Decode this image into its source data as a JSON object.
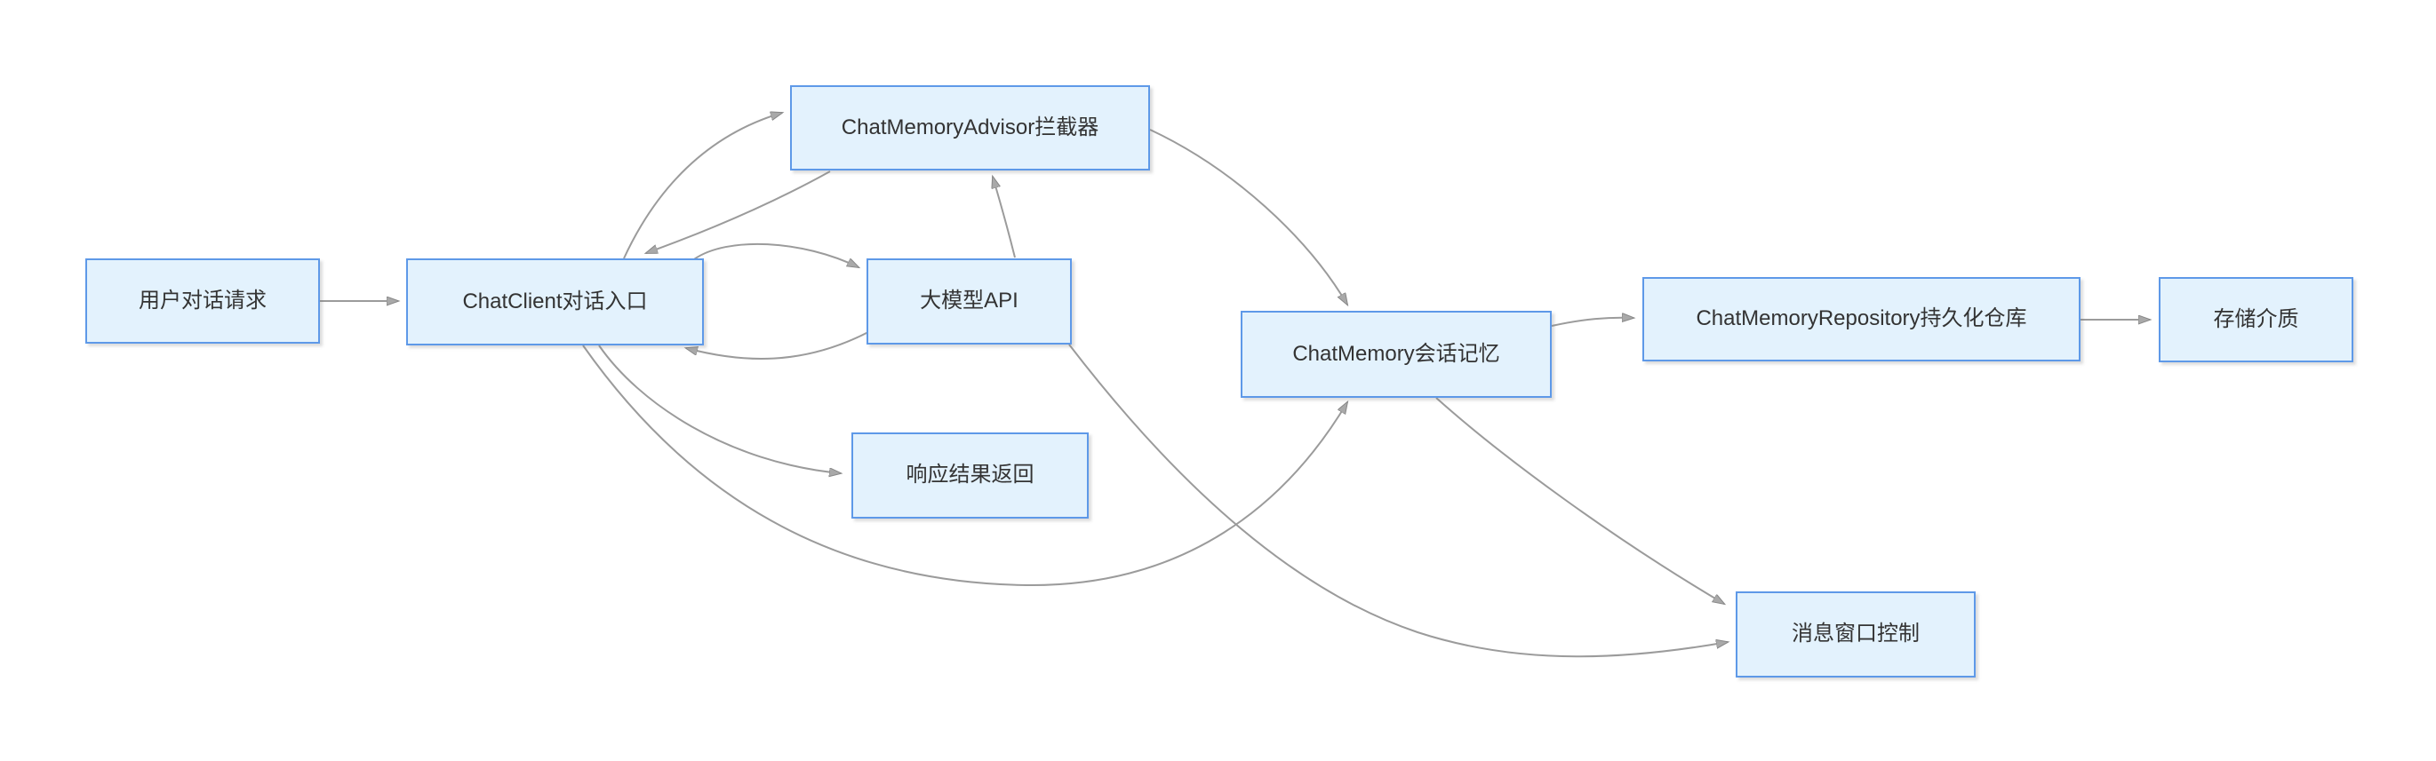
{
  "diagram": {
    "type": "flowchart",
    "background": "#ffffff",
    "nodes": [
      {
        "id": "user-request",
        "label": "用户对话请求"
      },
      {
        "id": "chat-client",
        "label": "ChatClient对话入口"
      },
      {
        "id": "memory-advisor",
        "label": "ChatMemoryAdvisor拦截器"
      },
      {
        "id": "llm-api",
        "label": "大模型API"
      },
      {
        "id": "response-return",
        "label": "响应结果返回"
      },
      {
        "id": "chat-memory",
        "label": "ChatMemory会话记忆"
      },
      {
        "id": "memory-repository",
        "label": "ChatMemoryRepository持久化仓库"
      },
      {
        "id": "storage-medium",
        "label": "存储介质"
      },
      {
        "id": "message-window",
        "label": "消息窗口控制"
      }
    ],
    "edges": [
      {
        "from": "user-request",
        "to": "chat-client"
      },
      {
        "from": "chat-client",
        "to": "memory-advisor"
      },
      {
        "from": "memory-advisor",
        "to": "chat-client"
      },
      {
        "from": "chat-client",
        "to": "llm-api"
      },
      {
        "from": "llm-api",
        "to": "chat-client"
      },
      {
        "from": "llm-api",
        "to": "memory-advisor"
      },
      {
        "from": "memory-advisor",
        "to": "chat-memory"
      },
      {
        "from": "chat-client",
        "to": "response-return"
      },
      {
        "from": "chat-client",
        "to": "chat-memory"
      },
      {
        "from": "llm-api",
        "to": "message-window"
      },
      {
        "from": "chat-memory",
        "to": "memory-repository"
      },
      {
        "from": "memory-repository",
        "to": "storage-medium"
      },
      {
        "from": "chat-memory",
        "to": "message-window"
      }
    ],
    "colors": {
      "node_fill": "#e3f2fd",
      "node_border": "#5e99e8",
      "edge_line": "#9b9b9b",
      "arrowhead": "#a9a9a9",
      "text": "#333333",
      "background": "#ffffff"
    }
  }
}
